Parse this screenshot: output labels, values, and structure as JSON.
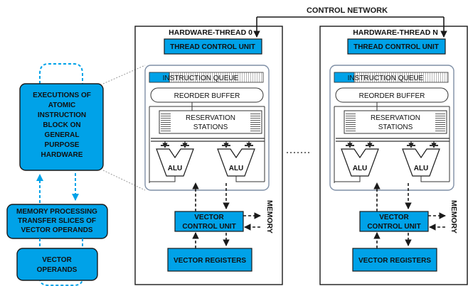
{
  "control_network": "CONTROL NETWORK",
  "left_panel": {
    "execution_block": [
      "EXECUTIONS OF",
      "ATOMIC",
      "INSTRUCTION",
      "BLOCK ON",
      "GENERAL",
      "PURPOSE",
      "HARDWARE"
    ],
    "memory_processing": [
      "MEMORY PROCESSING",
      "TRANSFER SLICES OF",
      "VECTOR OPERANDS"
    ],
    "vector_operands": [
      "VECTOR",
      "OPERANDS"
    ]
  },
  "threads": [
    {
      "title": "HARDWARE-THREAD 0",
      "thread_control_unit": "THREAD CONTROL UNIT",
      "instruction_queue": "INSTRUCTION QUEUE",
      "reorder_buffer": "REORDER BUFFER",
      "reservation_stations": [
        "RESERVATION",
        "STATIONS"
      ],
      "alu_labels": [
        "ALU",
        "ALU"
      ],
      "vector_control_unit": [
        "VECTOR",
        "CONTROL UNIT"
      ],
      "memory_label": "MEMORY",
      "vector_registers": "VECTOR REGISTERS"
    },
    {
      "title": "HARDWARE-THREAD N",
      "thread_control_unit": "THREAD CONTROL UNIT",
      "instruction_queue": "INSTRUCTION QUEUE",
      "reorder_buffer": "REORDER BUFFER",
      "reservation_stations": [
        "RESERVATION",
        "STATIONS"
      ],
      "alu_labels": [
        "ALU",
        "ALU"
      ],
      "vector_control_unit": [
        "VECTOR",
        "CONTROL UNIT"
      ],
      "memory_label": "MEMORY",
      "vector_registers": "VECTOR REGISTERS"
    }
  ],
  "colors": {
    "accent": "#00a2e8",
    "line": "#1a1a1a",
    "panel_border": "#7f8fa6",
    "dashed_guide": "#9a9a9a"
  }
}
